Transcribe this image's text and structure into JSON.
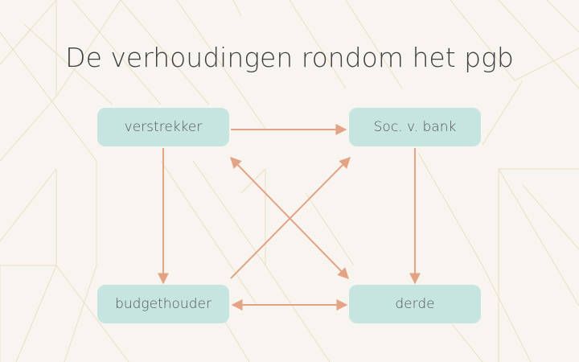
{
  "slide": {
    "title": "De verhoudingen rondom het pgb"
  },
  "diagram": {
    "nodes": [
      {
        "id": "verstrekker",
        "label": "verstrekker"
      },
      {
        "id": "bank",
        "label": "Soc. v. bank"
      },
      {
        "id": "budget",
        "label": "budgethouder"
      },
      {
        "id": "derde",
        "label": "derde"
      }
    ],
    "edges": [
      {
        "from": "verstrekker",
        "to": "bank",
        "bidirectional": false
      },
      {
        "from": "verstrekker",
        "to": "budget",
        "bidirectional": false
      },
      {
        "from": "bank",
        "to": "derde",
        "bidirectional": false
      },
      {
        "from": "budget",
        "to": "bank",
        "bidirectional": false
      },
      {
        "from": "verstrekker",
        "to": "derde",
        "bidirectional": true
      },
      {
        "from": "budget",
        "to": "derde",
        "bidirectional": true
      }
    ],
    "colors": {
      "node_fill": "#c6e5e0",
      "arrow": "#e3a384",
      "background": "#f8f5f0",
      "pattern_line": "#eadfc6"
    }
  }
}
